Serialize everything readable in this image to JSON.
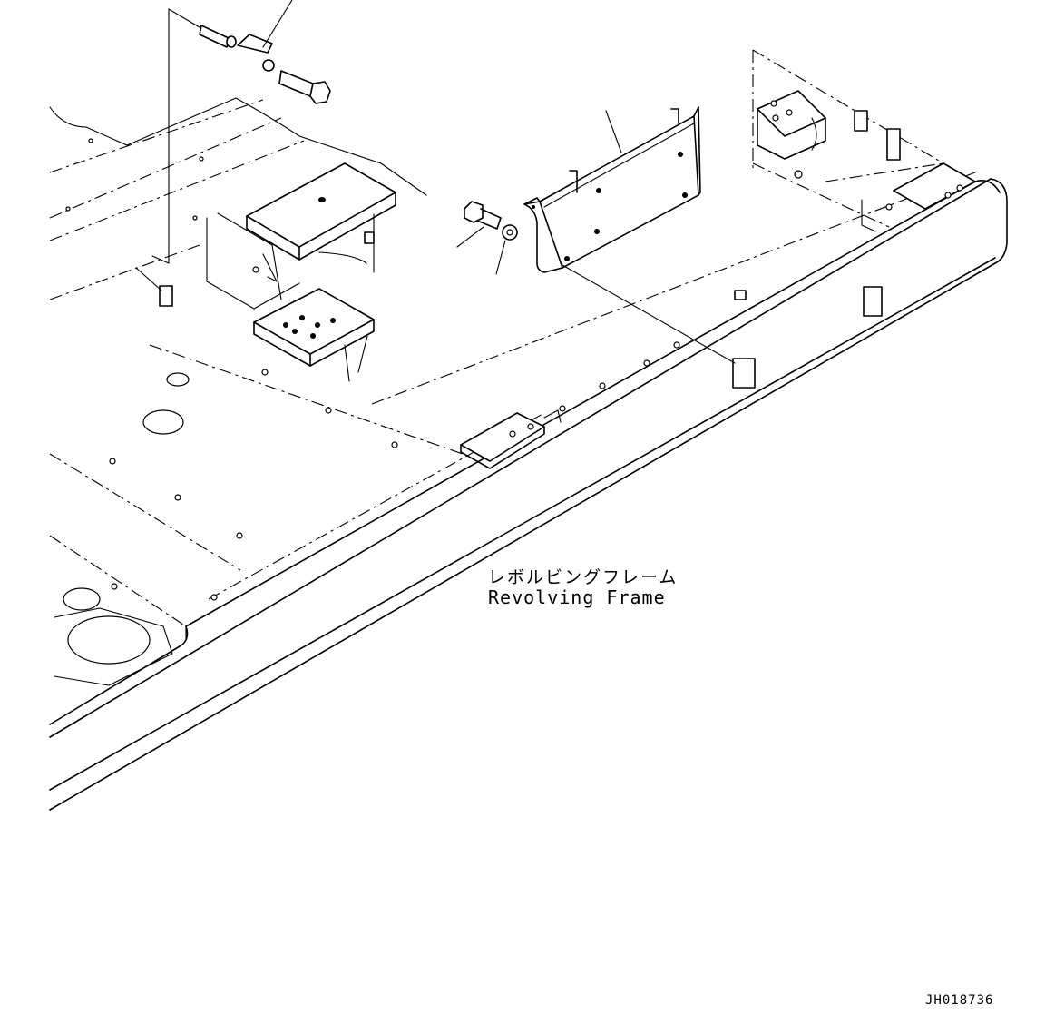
{
  "frame_label": {
    "japanese": "レボルビングフレーム",
    "english": "Revolving Frame"
  },
  "drawing_number": "JH018736"
}
